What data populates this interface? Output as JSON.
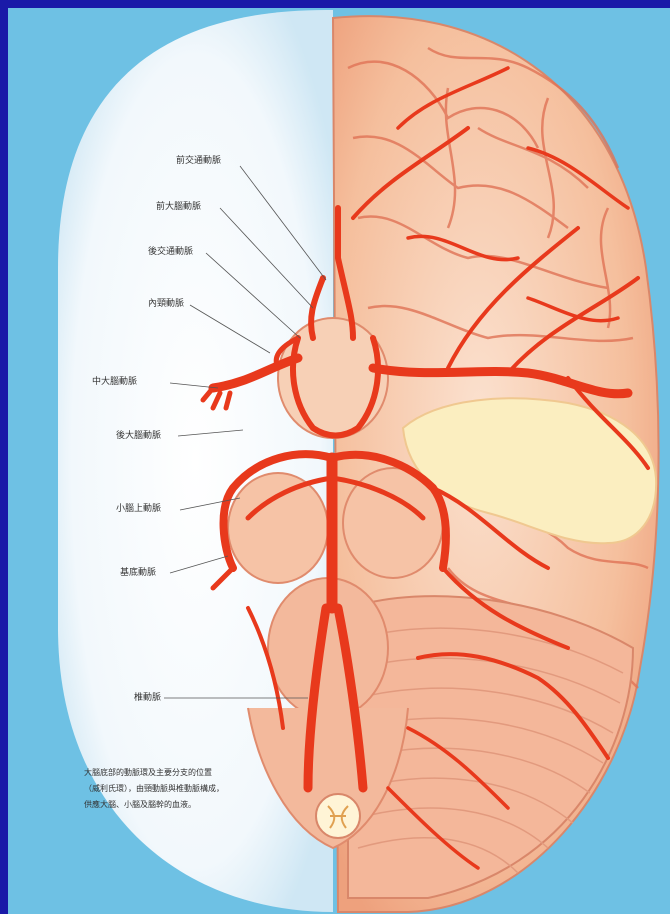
{
  "figure": {
    "labels": [
      "前交通動脈",
      "前大腦動脈",
      "後交通動脈",
      "內頸動脈",
      "中大腦動脈",
      "後大腦動脈",
      "小腦上動脈",
      "基底動脈",
      "椎動脈"
    ],
    "caption_lines": [
      "大腦底部的動脈環及主要分支的位置",
      "（威利氏環），由頸動脈與椎動脈構成，",
      "供應大腦、小腦及腦幹的血液。"
    ]
  },
  "colors": {
    "slide_background": "#1a1aa8",
    "plate_background": "#6ec1e4",
    "brain_tissue": "#f6c7a8",
    "artery": "#e8391c",
    "white_matter": "#fbeec0"
  }
}
